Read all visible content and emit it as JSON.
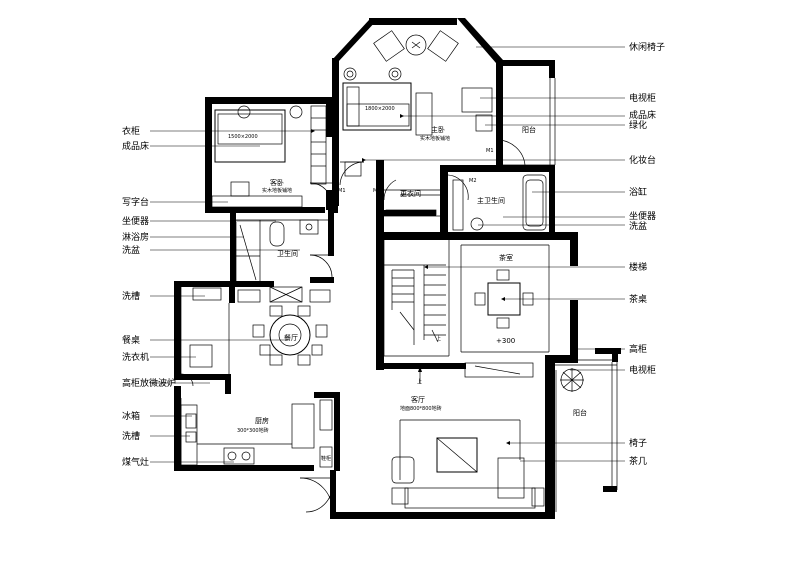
{
  "plan": {
    "labels_left": [
      {
        "key": "wardrobe",
        "text": "衣柜"
      },
      {
        "key": "bed_left",
        "text": "成品床"
      },
      {
        "key": "desk",
        "text": "写字台"
      },
      {
        "key": "toilet_left",
        "text": "坐便器"
      },
      {
        "key": "shower_left",
        "text": "淋浴房"
      },
      {
        "key": "basin_left",
        "text": "洗盆"
      },
      {
        "key": "sink_left",
        "text": "洗槽"
      },
      {
        "key": "dining_table",
        "text": "餐桌"
      },
      {
        "key": "washer",
        "text": "洗衣机"
      },
      {
        "key": "cabinet_microwave",
        "text": "高柜放微波炉"
      },
      {
        "key": "fridge",
        "text": "冰箱"
      },
      {
        "key": "sink_kitchen",
        "text": "洗槽"
      },
      {
        "key": "gas_stove",
        "text": "煤气灶"
      }
    ],
    "labels_right": [
      {
        "key": "leisure_chair",
        "text": "休闲椅子"
      },
      {
        "key": "tv_cabinet_top",
        "text": "电视柜"
      },
      {
        "key": "bed_right",
        "text": "成品床"
      },
      {
        "key": "plant_top",
        "text": "绿化"
      },
      {
        "key": "dresser",
        "text": "化妆台"
      },
      {
        "key": "bathtub",
        "text": "浴缸"
      },
      {
        "key": "toilet_right",
        "text": "坐便器"
      },
      {
        "key": "basin_right",
        "text": "洗盆"
      },
      {
        "key": "stairs",
        "text": "楼梯"
      },
      {
        "key": "tea_table",
        "text": "茶桌"
      },
      {
        "key": "tall_cabinet",
        "text": "高柜"
      },
      {
        "key": "tv_cabinet_bottom",
        "text": "电视柜"
      },
      {
        "key": "chair",
        "text": "椅子"
      },
      {
        "key": "coffee_table",
        "text": "茶几"
      }
    ],
    "rooms": {
      "master_bedroom": "主卧",
      "master_bedroom_sub": "实木地板铺地",
      "guest_bedroom": "客卧",
      "guest_bedroom_sub": "实木地板铺地",
      "bathroom": "卫生间",
      "cloakroom": "更衣间",
      "master_bath": "主卫生间",
      "balcony_top": "阳台",
      "tea_room": "茶室",
      "tea_room_level": "+300",
      "dining": "餐厅",
      "kitchen": "厨房",
      "kitchen_sub": "300*300地砖",
      "living": "客厅",
      "living_sub": "地面800*800地砖",
      "balcony_right": "阳台",
      "cabinet_bottom": "鞋柜"
    },
    "door_tags": {
      "m1_top": "M1",
      "m1_left": "M1",
      "m1_mid": "M1",
      "m2": "M2"
    },
    "stair_marks": {
      "up_a": "上",
      "up_b": "上"
    },
    "furniture_sizes": {
      "master_bed": "1800×2000",
      "guest_bed": "1500×2000"
    }
  }
}
